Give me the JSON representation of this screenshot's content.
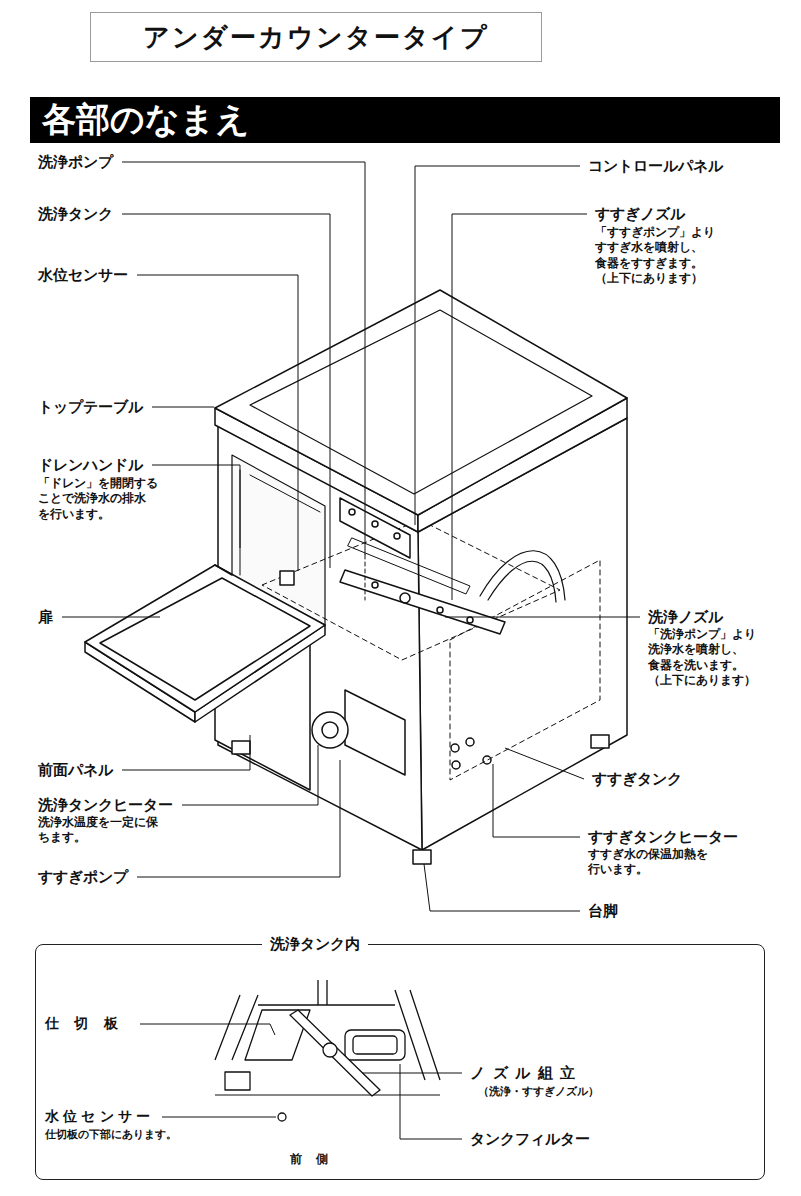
{
  "diagram": {
    "nodes": [
      {
        "text": [
          "アンダーカウンタータイプ"
        ]
      },
      {
        "text": [
          "各部のなまえ"
        ]
      },
      {
        "text": [
          "洗浄タンク内"
        ]
      }
    ],
    "labels": [
      "洗浄ポンプ",
      "洗浄タンク",
      "水位センサー",
      "トップテーブル",
      "ドレンハンドル",
      "「ドレン」を開閉する ことで洗浄水の排水 を行います。",
      "扉",
      "前面パネル",
      "洗浄タンクヒーター",
      "洗浄水温度を一定に保 ちます。",
      "すすぎポンプ",
      "コントロールパネル",
      "すすぎノズル",
      "「すすぎポンプ」より すすぎ水を噴射し、 食器をすすぎます。 （上下にあります）",
      "洗浄ノズル",
      "「洗浄ポンプ」より 洗浄水を噴射し、 食器を洗います。 （上下にあります）",
      "すすぎタンク",
      "すすぎタンクヒーター",
      "すすぎ水の保温加熱を 行います。",
      "台脚",
      "仕切板",
      "ノズル組立",
      "（洗浄・すすぎノズル）",
      "水位センサー",
      "仕切板の下部にあります。",
      "前側",
      "タンクフィルター"
    ]
  }
}
